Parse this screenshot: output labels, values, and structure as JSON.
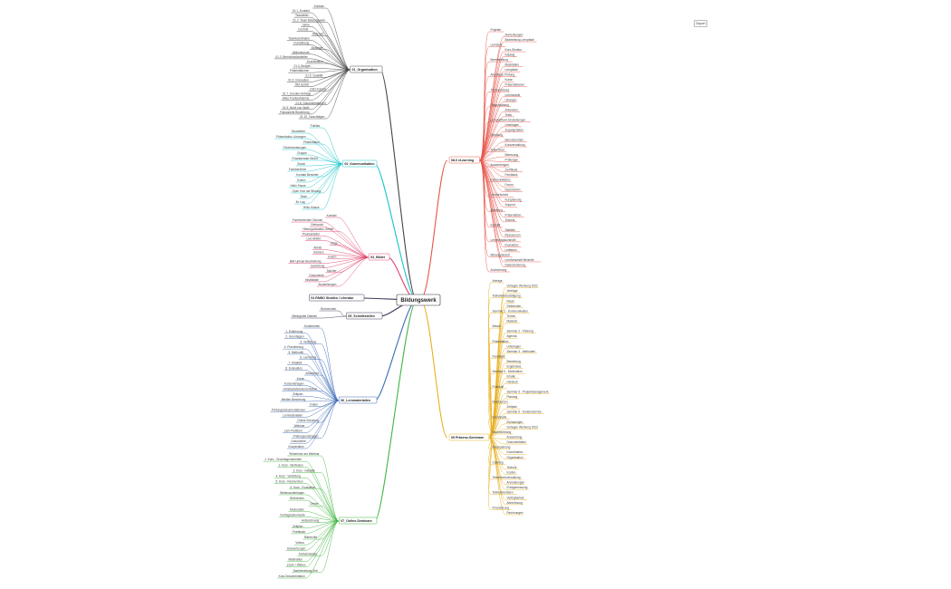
{
  "toolbar": {
    "export_label": "Export"
  },
  "center": "Bildungswerk",
  "colors": {
    "b1": "#444444",
    "b2": "#17c3c9",
    "b3": "#e0406a",
    "b4": "#3a3a58",
    "b5": "#3a3a58",
    "b6": "#3b6ab5",
    "b7": "#3fb43f",
    "b8": "#e8534a",
    "b9": "#e8b020"
  },
  "branches": {
    "b1": {
      "title": "01_Organisation",
      "items": [
        "Kontakt",
        "01.1_Kontakt",
        "Teamleiter",
        "01.2_Team Bildungswerk",
        "Jahre",
        "Controll",
        "Referent",
        "Teamkoordinator",
        "Kursbildung",
        "Strategie",
        "Aktionsrunde",
        "01.3_Bereichsmitarbeiter",
        "Koordination",
        "01.4_Budget",
        "Präsentationen",
        "01.5_Qualität",
        "01.6_Innovation",
        "RM Schritt",
        "CSD Format",
        "01.7_Kunden-Anträge",
        "Alles Frontaufnahme",
        "01.8_Dokumentationen",
        "01.9_Nicht von Wahl",
        "Fokussierte Bewertung",
        "01.10_Vorschlägen"
      ]
    },
    "b2": {
      "title": "02_Kommunikation",
      "items": [
        "Publika",
        "Newsletter",
        "Präsentation Lösungen",
        "Präsentation",
        "Förderberatungen",
        "Gruppe",
        "Praxisberater Bereit",
        "Social",
        "Fachbereiche",
        "Kontakt Berichtet",
        "Extern",
        "Hello Pause",
        "Open Hub der Bildung",
        "Team",
        "Ihr Lag",
        "Hello Klasse"
      ]
    },
    "b3": {
      "title": "03_Bilder",
      "items": [
        "Kontakt",
        "Fachbereichen Zeichen",
        "Gebrauch",
        "Hilfsorganisation Gebiet",
        "Praxisanleiter",
        "Live Abbild",
        "Edge",
        "Abbild",
        "Kamera",
        "Extern",
        "Bild-Upload Bearbeitung",
        "Sammlung",
        "Spicher",
        "Dokumente",
        "Inhaltsliste",
        "Ausstellungen"
      ]
    },
    "b4": {
      "title": "04 RNBO Studien / Literatur",
      "items": []
    },
    "b5": {
      "title": "05_Schnittstellen",
      "items": [
        "Recherchen",
        "Bibliografie Dateien"
      ]
    },
    "b6": {
      "title": "06_Lernmaterialien",
      "items": [
        "Kursthemen",
        "1. Einführung",
        "2. Grundlagen",
        "3. Vertiefung",
        "4. Praxisbezug",
        "5. Methodik",
        "6. Lernerfolg",
        "7. Didaktik",
        "8. Evaluation",
        "Abschluss",
        "Kurse",
        "Kursunterlagen",
        "Arbeitsplatzdokumentation",
        "Zeitplan",
        "Medien Bewertung",
        "Folien",
        "Prüfungsdokumentationen",
        "Lernmaterialien",
        "Online Schulung",
        "Webinar",
        "Lern-Plattform",
        "Prüfungsunterlagen",
        "Dokumente",
        "Kooperation"
      ]
    },
    "b7": {
      "title": "07_Online-Seminare",
      "items": [
        "Teilnehmer am Webinar",
        "1. Kurs - Grundlagenarbeiten",
        "2. Kurs - Methoden",
        "3. Kurs - Didaktik",
        "4. Kurs - Vertiefung",
        "5. Kurs - Recherchen",
        "6. Kurs - Evaluation",
        "Webinarunterlagen",
        "Referenten",
        "Online",
        "Moderation",
        "Vortragsdokumente",
        "Aufzeichnung",
        "Zeitplan",
        "Feedback",
        "Bildrechte",
        "Videos",
        "Auswertungen",
        "Teilnahmeliste",
        "Materialien",
        "Zoom / Webex",
        "Nachbereitung Zeit",
        "Kurs-Dokumentation"
      ]
    },
    "b8": {
      "title": "08.0 eLearning",
      "items": [
        "Projekte",
        "Anmerkungen",
        "Bearbeitung Lernpfade",
        "Lernziele",
        "Kurs-Struktur",
        "Katalog",
        "Bereitstellung",
        "Materialien",
        "Lernpfade",
        "Abschluss Prüfung",
        "Kurse",
        "Präsentationen",
        "Themenblöcke",
        "Lernmodule",
        "Übungen",
        "Fragenkatalog",
        "Antworten",
        "Tests",
        "Lernplattform Einstellungen",
        "Unterlagen",
        "Zugangsdaten",
        "Schulung",
        "Benutzerrollen",
        "Kursverwaltung",
        "Teilnehmer",
        "Betreuung",
        "Prüfungen",
        "Auswertungen",
        "Zertifikate",
        "Feedback",
        "Kommunikation",
        "Forum",
        "Nachrichten",
        "Lernfortschritt",
        "Kursplanung",
        "Support",
        "Anleitung",
        "Präsentation",
        "Technik",
        "Kontakt",
        "Statistik",
        "Ressourcen",
        "Lernerfolgskontrolle",
        "Evaluation",
        "Leitfaden",
        "Bildungsbedarf",
        "Lernfortschritt Berichte",
        "Datensicherung",
        "Archivierung"
      ]
    },
    "b9": {
      "title": "09 Präsenz-Seminare",
      "items": [
        "Anfrage",
        "Vorlagen Werbung 2022",
        "Verträge",
        "Teilnahmebestätigung",
        "Raum",
        "Referenten",
        "Seminar 1 - Kommunikation",
        "Termin",
        "Material",
        "Ablauf",
        "Seminar 2 - Führung",
        "Agenda",
        "Präsentation",
        "Unterlagen",
        "Seminar 3 - Methoden",
        "Feedback",
        "Bewertung",
        "Ergebnisse",
        "Seminar 4 - Moderation",
        "Inhalte",
        "Handout",
        "Protokoll",
        "Seminar 5 - Projektmanagement",
        "Planung",
        "Ressourcen",
        "Zeitplan",
        "Seminar 6 - Kundenservice",
        "Kursinhalte",
        "Einladungen",
        "Vorlagen Werbung 2023",
        "Nachbereitung",
        "Auswertung",
        "Dokumentation",
        "Raumplanung",
        "Koordination",
        "Organisation",
        "Catering",
        "Technik",
        "Kosten",
        "Teilnehmerverwaltung",
        "Anmeldungen",
        "Erfolgsmessung",
        "Teilnehmerlisten",
        "Verfügbarkeit",
        "Abrechnung",
        "Finanzierung",
        "Rechnungen"
      ]
    }
  }
}
